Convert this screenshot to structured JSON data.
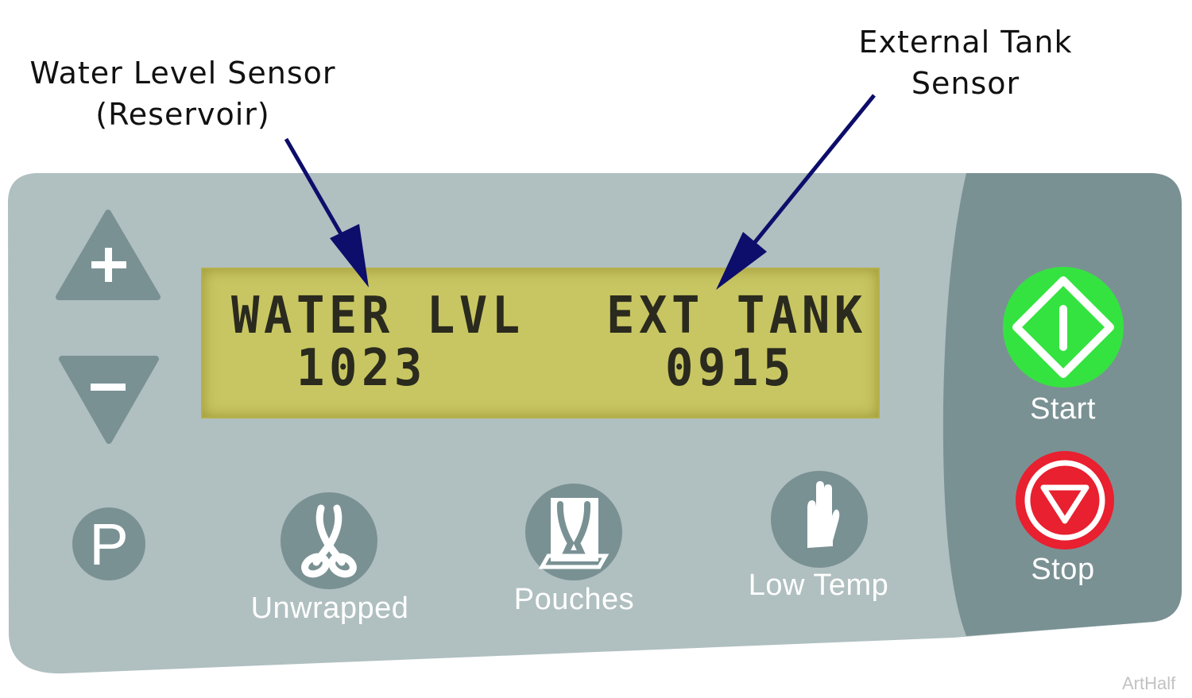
{
  "annotations": {
    "left_callout": [
      "Water Level Sensor",
      "(Reservoir)"
    ],
    "right_callout": [
      "External Tank",
      "Sensor"
    ]
  },
  "display": {
    "left_label": "WATER LVL",
    "left_value": "1023",
    "right_label": "EXT TANK",
    "right_value": "0915"
  },
  "buttons": {
    "plus": "plus-icon",
    "minus": "minus-icon",
    "p": "P",
    "unwrapped": "Unwrapped",
    "pouches": "Pouches",
    "low_temp": "Low Temp",
    "start": "Start",
    "stop": "Stop"
  },
  "watermark": "ArtHalf",
  "colors": {
    "panel": "#b0bfc0",
    "panel_dark": "#7a9194",
    "button": "#7a9194",
    "lcd": "#c8c662",
    "start_green": "#35e340",
    "stop_red": "#e8202f",
    "arrow": "#0d0d6b"
  }
}
